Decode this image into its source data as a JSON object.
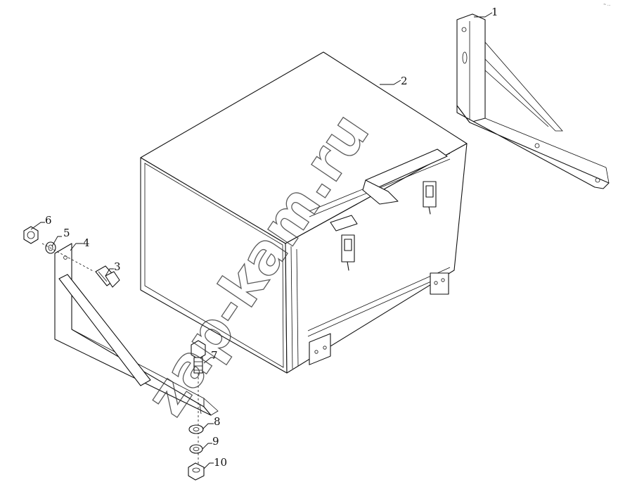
{
  "callouts": [
    {
      "id": "1",
      "label": "1"
    },
    {
      "id": "2",
      "label": "2"
    },
    {
      "id": "3",
      "label": "3"
    },
    {
      "id": "4",
      "label": "4"
    },
    {
      "id": "5",
      "label": "5"
    },
    {
      "id": "6",
      "label": "6"
    },
    {
      "id": "7",
      "label": "7"
    },
    {
      "id": "8",
      "label": "8"
    },
    {
      "id": "9",
      "label": "9"
    },
    {
      "id": "10",
      "label": "10"
    }
  ],
  "watermark": "zap-kam.ru",
  "corner_mark": "~ ..."
}
